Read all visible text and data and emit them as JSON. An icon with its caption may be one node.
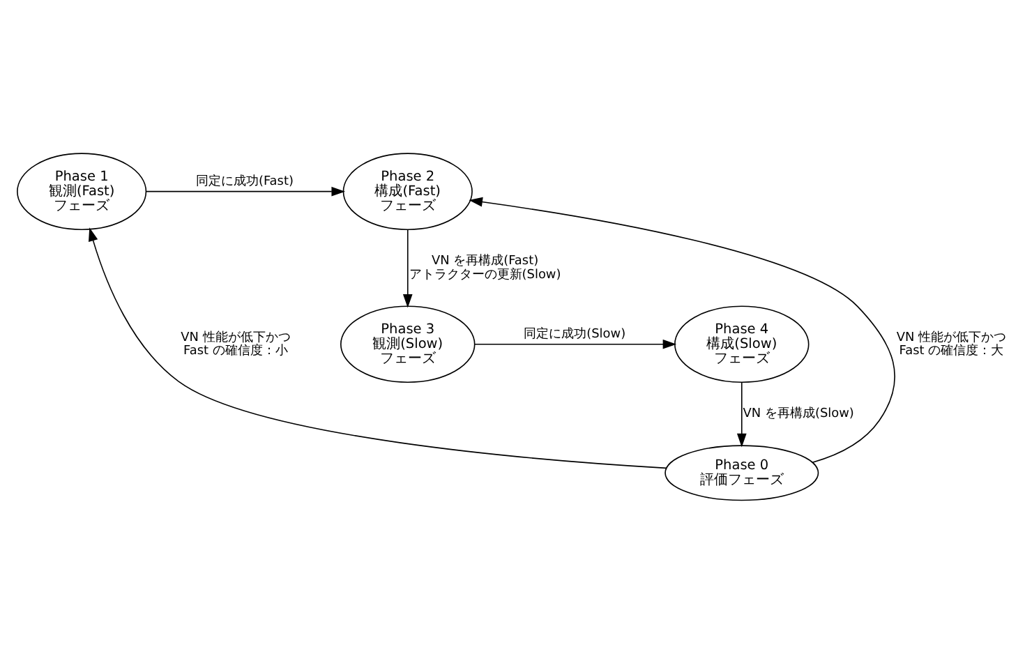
{
  "diagram": {
    "nodes": [
      {
        "text": [
          "Phase 1",
          "観測(Fast)",
          "フェーズ"
        ]
      },
      {
        "text": [
          "Phase 2",
          "構成(Fast)",
          "フェーズ"
        ]
      },
      {
        "text": [
          "Phase 3",
          "観測(Slow)",
          "フェーズ"
        ]
      },
      {
        "text": [
          "Phase 4",
          "構成(Slow)",
          "フェーズ"
        ]
      },
      {
        "text": [
          "Phase 0",
          "評価フェーズ"
        ]
      }
    ],
    "edges": [
      {
        "from": 0,
        "to": 1,
        "arrow": "to",
        "label": "同定に成功(Fast)"
      },
      {
        "from": 1,
        "to": 2,
        "arrow": "to",
        "label": "VN を再構成(Fast) アトラクターの更新(Slow)"
      },
      {
        "from": 2,
        "to": 3,
        "arrow": "to",
        "label": "同定に成功(Slow)"
      },
      {
        "from": 3,
        "to": 4,
        "arrow": "to",
        "label": "VN を再構成(Slow)"
      },
      {
        "from": 4,
        "to": 0,
        "arrow": "to",
        "label": "VN 性能が低下かつ Fast の確信度：小"
      },
      {
        "from": 4,
        "to": 1,
        "arrow": "to",
        "label": "VN 性能が低下かつ Fast の確信度：大"
      }
    ]
  }
}
